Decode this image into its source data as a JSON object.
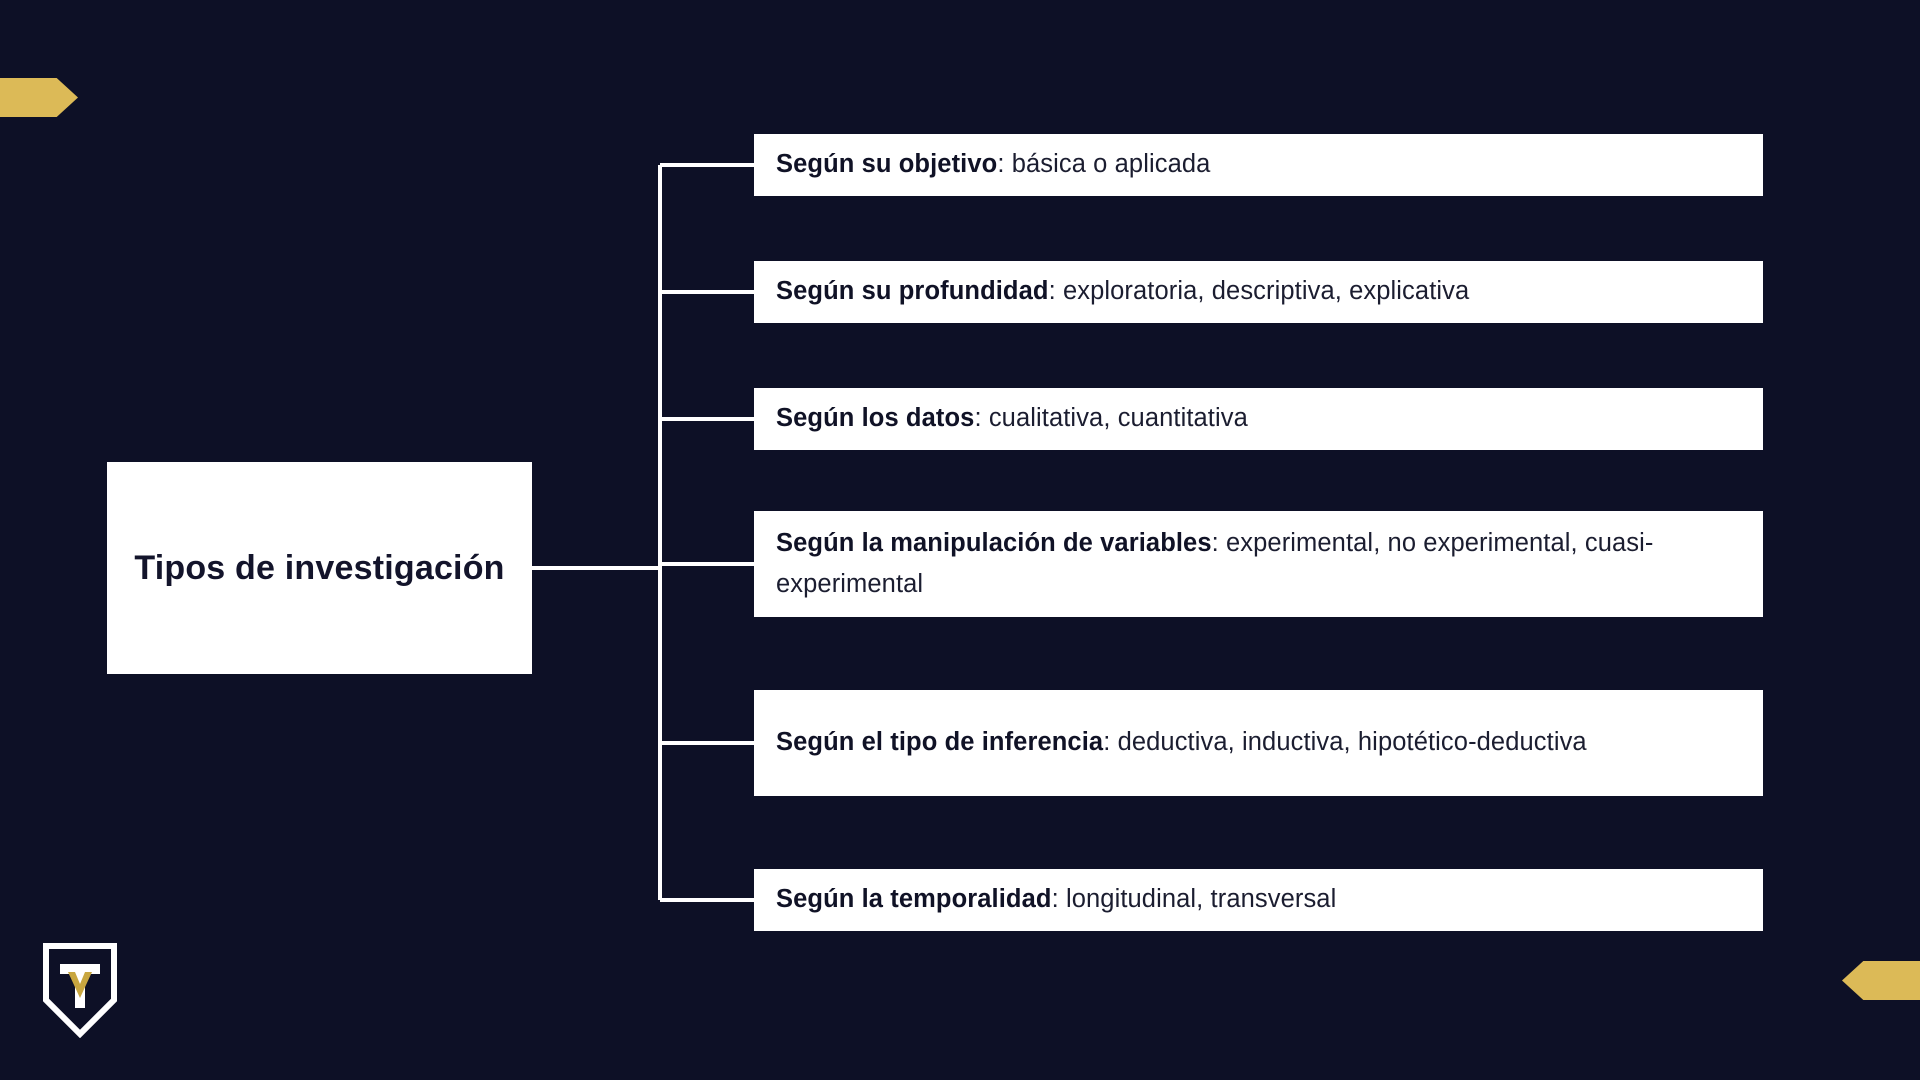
{
  "theme": {
    "background_color": "#0d1026",
    "node_color": "#ffffff",
    "text_color": "#13142b",
    "accent_gold": "#dcba57",
    "connector_color": "#ffffff"
  },
  "root": {
    "label": "Tipos de investigación"
  },
  "branches": [
    {
      "term": "Según su objetivo",
      "separator": ": ",
      "detail": "básica o aplicada"
    },
    {
      "term": "Según su profundidad",
      "separator": ": ",
      "detail": "exploratoria, descriptiva, explicativa"
    },
    {
      "term": "Según los datos",
      "separator": ": ",
      "detail": "cualitativa, cuantitativa"
    },
    {
      "term": "Según la manipulación de variables",
      "separator": ": ",
      "detail": "experimental, no experimental, cuasi-experimental"
    },
    {
      "term": "Según el tipo de inferencia",
      "separator": ": ",
      "detail": "deductiva, inductiva, hipotético-deductiva"
    },
    {
      "term": "Según la temporalidad",
      "separator": ": ",
      "detail": "longitudinal, transversal"
    }
  ],
  "decorations": {
    "chevron_top_left": "chevron-right-arrow",
    "chevron_bottom_right": "chevron-left-arrow",
    "logo": "shield-tm-logo"
  }
}
